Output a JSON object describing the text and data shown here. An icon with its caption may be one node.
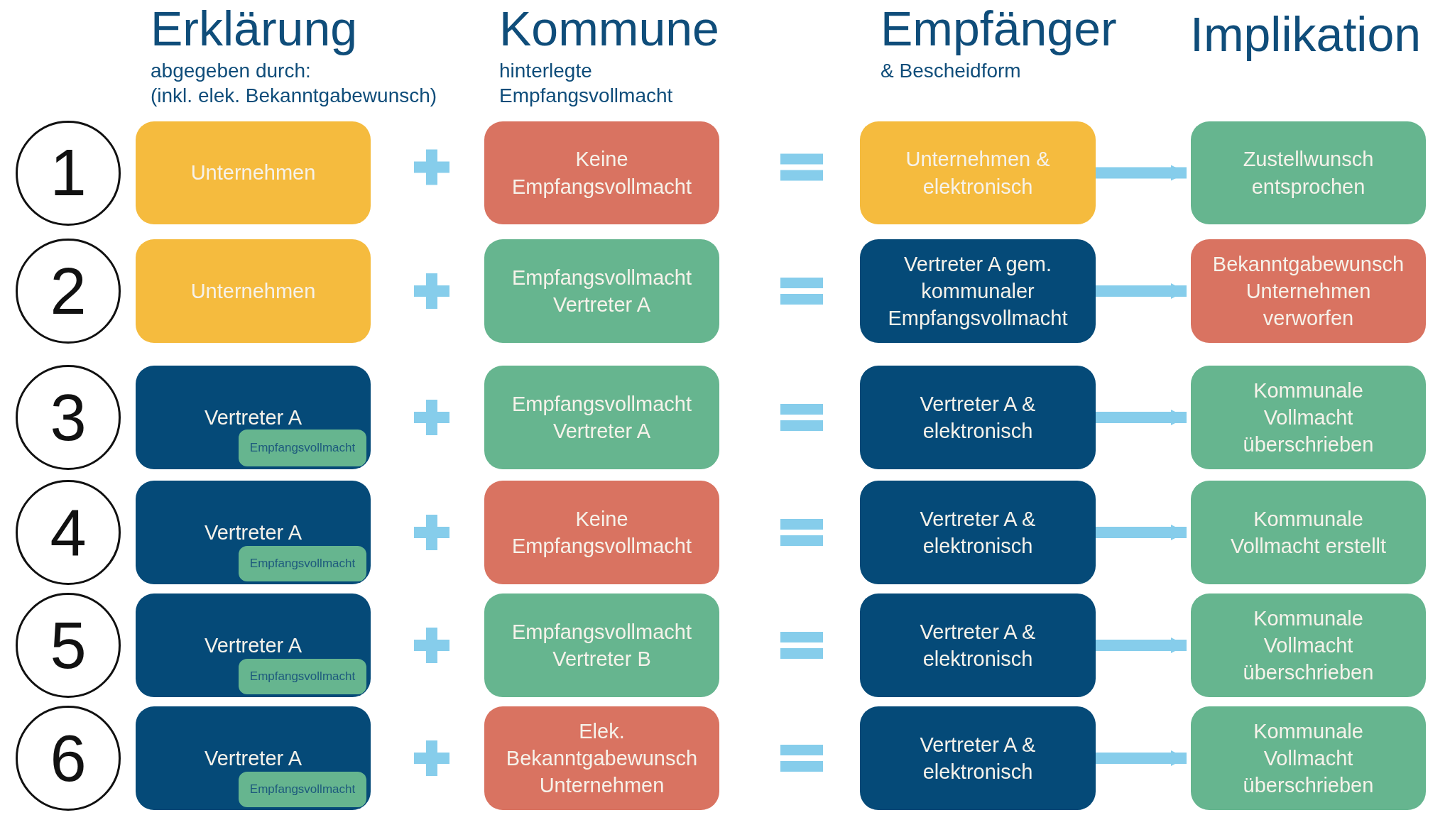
{
  "diagram": {
    "nodes": [
      {
        "text": [
          "1"
        ]
      },
      {
        "text": [
          "Unternehmen"
        ]
      },
      {
        "text": [
          "Keine Empfangsvollmacht"
        ]
      },
      {
        "text": [
          "Unternehmen & elektronisch"
        ]
      },
      {
        "text": [
          "Zustellwunsch entsprochen"
        ]
      },
      {
        "text": [
          "2"
        ]
      },
      {
        "text": [
          "Unternehmen"
        ]
      },
      {
        "text": [
          "Empfangsvollmacht Vertreter A"
        ]
      },
      {
        "text": [
          "Vertreter A gem. kommunaler Empfangsvollmacht"
        ]
      },
      {
        "text": [
          "Bekanntgabewunsch Unternehmen verworfen"
        ]
      },
      {
        "text": [
          "3"
        ]
      },
      {
        "text": [
          "Vertreter A"
        ]
      },
      {
        "text": [
          "Empfangsvollmacht"
        ],
        "in": 11
      },
      {
        "text": [
          "Empfangsvollmacht Vertreter A"
        ]
      },
      {
        "text": [
          "Vertreter A & elektronisch"
        ]
      },
      {
        "text": [
          "Kommunale Vollmacht überschrieben"
        ]
      },
      {
        "text": [
          "4"
        ]
      },
      {
        "text": [
          "Vertreter A"
        ]
      },
      {
        "text": [
          "Empfangsvollmacht"
        ],
        "in": 17
      },
      {
        "text": [
          "Keine Empfangsvollmacht"
        ]
      },
      {
        "text": [
          "Vertreter A & elektronisch"
        ]
      },
      {
        "text": [
          "Kommunale Vollmacht erstellt"
        ]
      },
      {
        "text": [
          "5"
        ]
      },
      {
        "text": [
          "Vertreter A"
        ]
      },
      {
        "text": [
          "Empfangsvollmacht"
        ],
        "in": 23
      },
      {
        "text": [
          "Empfangsvollmacht Vertreter B"
        ]
      },
      {
        "text": [
          "Vertreter A & elektronisch"
        ]
      },
      {
        "text": [
          "Kommunale Vollmacht überschrieben"
        ]
      },
      {
        "text": [
          "6"
        ]
      },
      {
        "text": [
          "Vertreter A"
        ]
      },
      {
        "text": [
          "Empfangsvollmacht"
        ],
        "in": 29
      },
      {
        "text": [
          "Elek. Bekanntgabewunsch Unternehmen"
        ]
      },
      {
        "text": [
          "Vertreter A & elektronisch"
        ]
      },
      {
        "text": [
          "Kommunale Vollmacht überschrieben"
        ]
      }
    ],
    "edges": [
      {
        "from": 3,
        "to": 4,
        "arrow": "to"
      },
      {
        "from": 8,
        "to": 9,
        "arrow": "to"
      },
      {
        "from": 14,
        "to": 15,
        "arrow": "to"
      },
      {
        "from": 20,
        "to": 21,
        "arrow": "to"
      },
      {
        "from": 26,
        "to": 27,
        "arrow": "to"
      },
      {
        "from": 32,
        "to": 33,
        "arrow": "to"
      }
    ],
    "labels": [
      "Erklärung",
      "abgegeben durch:",
      "(inkl. elek. Bekanntgabewunsch)",
      "Kommune",
      "hinterlegte Empfangsvollmacht",
      "Empfänger",
      "& Bescheidform",
      "Implikation"
    ]
  }
}
